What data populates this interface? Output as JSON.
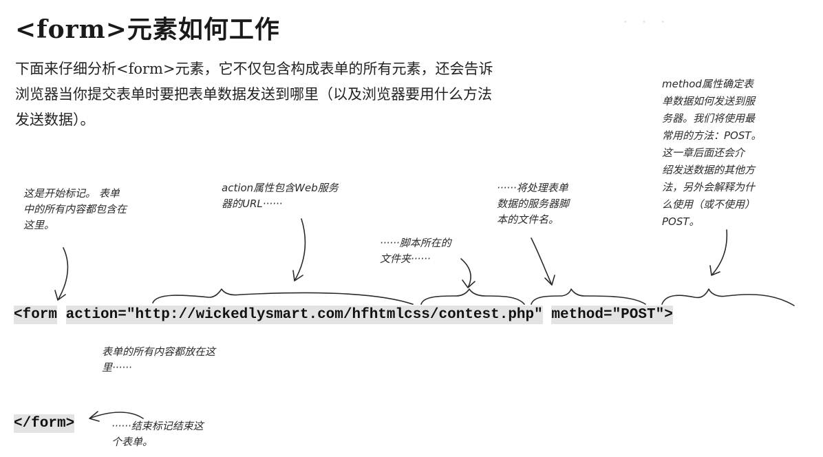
{
  "title": "<form>元素如何工作",
  "intro": "下面来仔细分析<form>元素，它不仅包含构成表单的所有元素，还会告诉浏览器当你提交表单时要把表单数据发送到哪里（以及浏览器要用什么方法发送数据）。",
  "notes": {
    "start_tag": "这是开始标记。 表单\n中的所有内容都包含在\n这里。",
    "action": "action属性包含Web服务\n器的URL······",
    "folder": "······脚本所在的\n文件夹······",
    "script": "······将处理表单\n数据的服务器脚\n本的文件名。",
    "method": "method属性确定表\n单数据如何发送到服\n务器。我们将使用最\n常用的方法：POST。\n这一章后面还会介\n绍发送数据的其他方\n法，另外会解释为什\n么使用（或不使用）\nPOST。",
    "content": "表单的所有内容都放在这\n里······",
    "end_tag": "······结束标记结束这\n个表单。"
  },
  "code": {
    "open_tag": "<form",
    "action_attr": "action=\"http://wickedlysmart.com/hfhtmlcss/contest.php\"",
    "method_attr": "method=\"POST\"",
    "open_tag_close": ">",
    "close_tag": "</form>"
  },
  "colors": {
    "code_highlight": "#e3e3e3"
  }
}
